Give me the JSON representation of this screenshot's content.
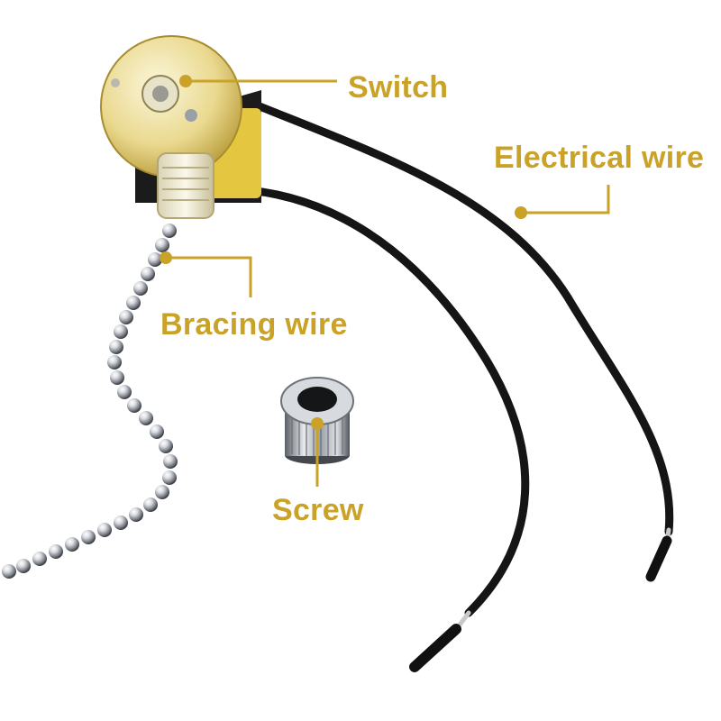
{
  "labels": {
    "switch": "Switch",
    "electrical_wire": "Electrical wire",
    "bracing_wire": "Bracing wire",
    "screw": "Screw"
  },
  "colors": {
    "accent": "#c9a227",
    "wire": "#151515",
    "chrome": "#b8bcc2",
    "switch_body": "#e7d58a"
  }
}
